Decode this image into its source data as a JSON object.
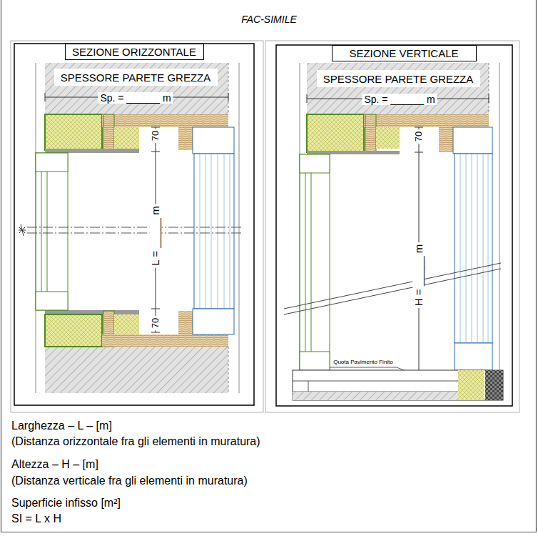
{
  "diagram": {
    "title": "FAC-SIMILE",
    "nodes": [
      {
        "text": [
          "SEZIONE ORIZZONTALE"
        ]
      },
      {
        "text": [
          "SPESSORE PARETE GREZZA"
        ]
      },
      {
        "text": [
          "SEZIONE VERTICALE"
        ]
      },
      {
        "text": [
          "SPESSORE PARETE GREZZA"
        ]
      }
    ],
    "labels": [
      "Sp. = ______ m",
      "70",
      "L = _____ m",
      "70",
      "Sp. = ______ m",
      "70",
      "H = _____ m",
      "Quota Pavimento Finito",
      "Larghezza – L – [m]",
      "(Distanza orizzontale fra gli elementi in muratura)",
      "Altezza – H – [m]",
      "(Distanza verticale fra gli elementi in muratura)",
      "Superficie infisso  [m²]",
      "SI = L x H"
    ]
  }
}
